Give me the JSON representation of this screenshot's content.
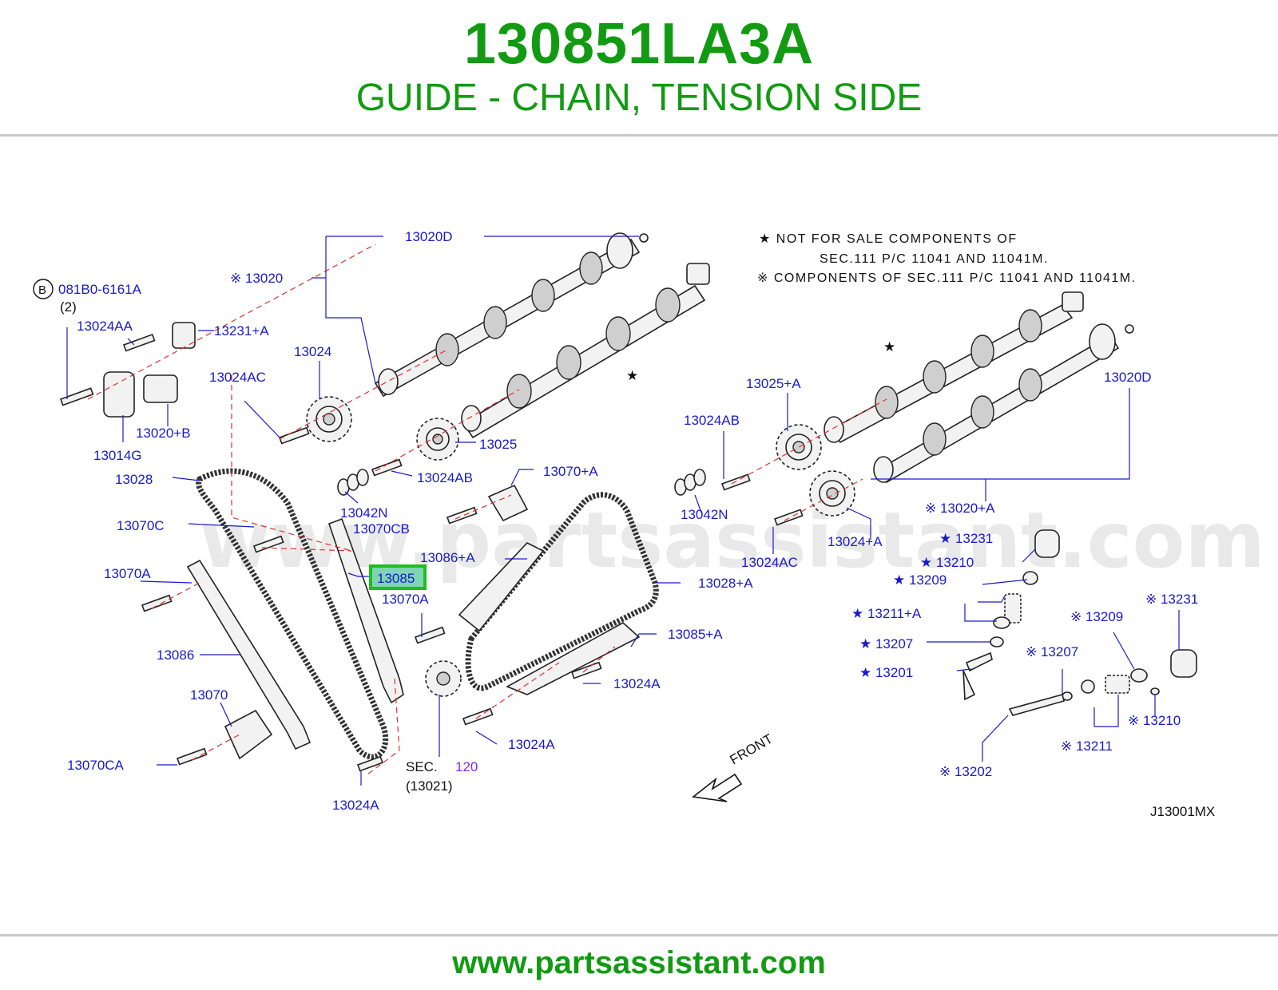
{
  "header": {
    "part_number": "130851LA3A",
    "part_name": "GUIDE - CHAIN, TENSION SIDE"
  },
  "footer": {
    "url": "www.partsassistant.com"
  },
  "watermark": "www.partsassistant.com",
  "diagram_code": "J13001MX",
  "notes": {
    "star_line1": "★  NOT  FOR  SALE  COMPONENTS  OF",
    "star_line2": "SEC.111  P/C  11041  AND  11041M.",
    "kome_line": "※  COMPONENTS  OF  SEC.111  P/C  11041  AND  11041M."
  },
  "front_label": "FRONT",
  "sec_ref": {
    "sec": "SEC.",
    "num": "120",
    "sub": "(13021)"
  },
  "highlight_color": "#19c119",
  "labels": {
    "p13020D_a": "13020D",
    "p13020": "※ 13020",
    "p081B0": "081B0-6161A",
    "p081B0_qty": "(2)",
    "p13024AA": "13024AA",
    "p13231A": "13231+A",
    "p13024": "13024",
    "p13024AC_a": "13024AC",
    "p13020B": "13020+B",
    "p13014G": "13014G",
    "p13025": "13025",
    "p13028": "13028",
    "p13024AB_a": "13024AB",
    "p13042N_a": "13042N",
    "p13070C": "13070C",
    "p13070CB": "13070CB",
    "p13070A_plus": "13070+A",
    "p13086A": "13086+A",
    "p13070A_a": "13070A",
    "p13085": "13085",
    "p13070A_b": "13070A",
    "p13028A": "13028+A",
    "p13086": "13086",
    "p13085A": "13085+A",
    "p13024A_a": "13024A",
    "p13070": "13070",
    "p13024A_b": "13024A",
    "p13070CA": "13070CA",
    "p13024A_c": "13024A",
    "p13025A": "13025+A",
    "p13024AB_b": "13024AB",
    "p13020D_b": "13020D",
    "p13042N_b": "13042N",
    "p13020A": "※ 13020+A",
    "p13024AC_b": "13024AC",
    "p13024A_plus": "13024+A",
    "p13231_star": "★ 13231",
    "p13210_star": "★ 13210",
    "p13209_star": "★ 13209",
    "p13211A_star": "★ 13211+A",
    "p13207_star": "★ 13207",
    "p13201_star": "★ 13201",
    "p13231_kome": "※ 13231",
    "p13209_kome": "※ 13209",
    "p13207_kome": "※ 13207",
    "p13210_kome": "※ 13210",
    "p13211_kome": "※ 13211",
    "p13202_kome": "※ 13202",
    "star_a": "★",
    "star_b": "★"
  }
}
